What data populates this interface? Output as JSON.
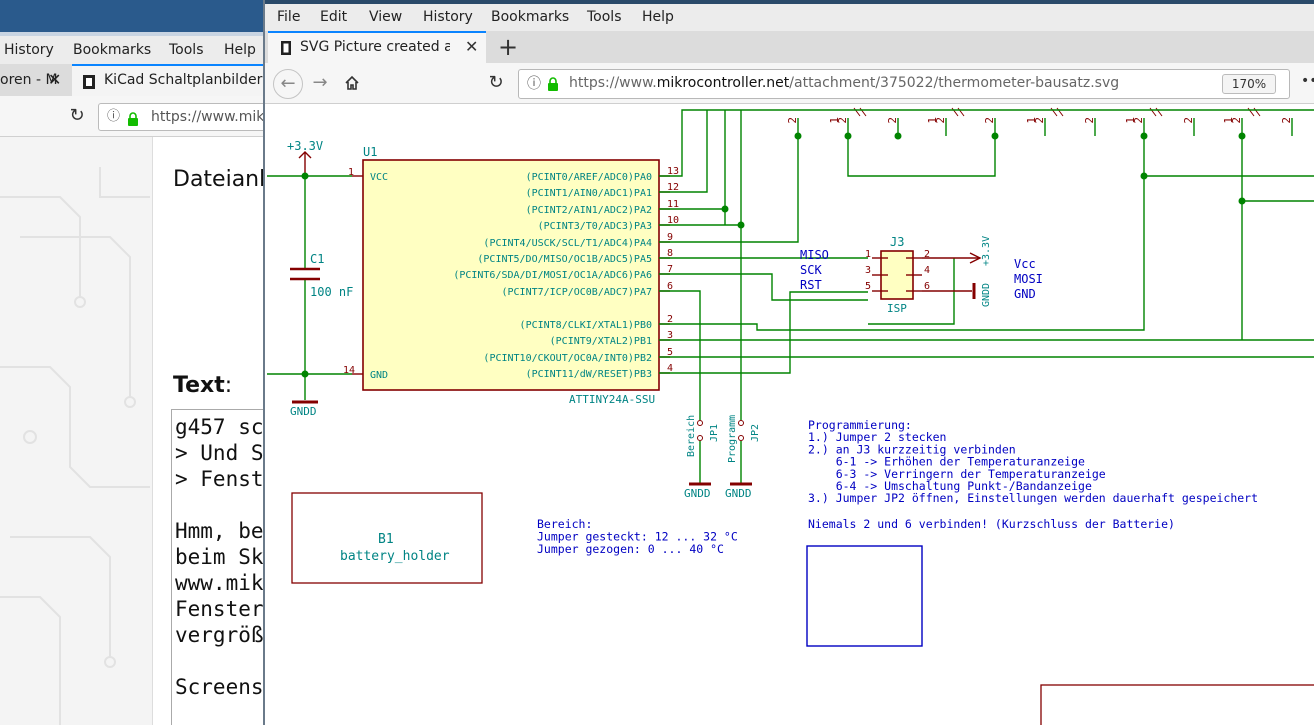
{
  "bg_window": {
    "menu": [
      "History",
      "Bookmarks",
      "Tools",
      "Help"
    ],
    "tabs": [
      {
        "label": "oren - M"
      },
      {
        "label": "KiCad Schaltplanbilder fu"
      }
    ],
    "url": "https://www.mikro",
    "content": {
      "heading1": "Dateianh",
      "heading2": "Text",
      "heading2_colon": ":",
      "lines": [
        "g457 sc",
        "> Und S",
        "> Fenst",
        "",
        "Hmm, be",
        "beim Sk",
        "www.mik",
        "Fenster",
        "vergröß",
        "",
        "Screens"
      ]
    }
  },
  "fg_window": {
    "menu": [
      "File",
      "Edit",
      "View",
      "History",
      "Bookmarks",
      "Tools",
      "Help"
    ],
    "tab": {
      "label": "SVG Picture created as th"
    },
    "new_tab": "+",
    "url": {
      "prefix": "https://www.",
      "domain": "mikrocontroller.net",
      "path": "/attachment/375022/thermometer-bausatz.svg"
    },
    "zoom": "170%",
    "more": "•••"
  },
  "schematic": {
    "power_label": "+3.3V",
    "u1_ref": "U1",
    "u1_value": "ATTINY24A-SSU",
    "u1_left_pins": [
      {
        "num": "1",
        "name": "VCC"
      },
      {
        "num": "14",
        "name": "GND"
      }
    ],
    "u1_right_pins": [
      {
        "num": "13",
        "name": "(PCINT0/AREF/ADC0)PA0"
      },
      {
        "num": "12",
        "name": "(PCINT1/AIN0/ADC1)PA1"
      },
      {
        "num": "11",
        "name": "(PCINT2/AIN1/ADC2)PA2"
      },
      {
        "num": "10",
        "name": "(PCINT3/T0/ADC3)PA3"
      },
      {
        "num": "9",
        "name": "(PCINT4/USCK/SCL/T1/ADC4)PA4"
      },
      {
        "num": "8",
        "name": "(PCINT5/DO/MISO/OC1B/ADC5)PA5"
      },
      {
        "num": "7",
        "name": "(PCINT6/SDA/DI/MOSI/OC1A/ADC6)PA6"
      },
      {
        "num": "6",
        "name": "(PCINT7/ICP/OC0B/ADC7)PA7"
      },
      {
        "num": "2",
        "name": "(PCINT8/CLKI/XTAL1)PB0"
      },
      {
        "num": "3",
        "name": "(PCINT9/XTAL2)PB1"
      },
      {
        "num": "5",
        "name": "(PCINT10/CKOUT/OC0A/INT0)PB2"
      },
      {
        "num": "4",
        "name": "(PCINT11/dW/RESET)PB3"
      }
    ],
    "c1_ref": "C1",
    "c1_value": "100 nF",
    "gnd_label": "GNDD",
    "j3_ref": "J3",
    "j3_value": "ISP",
    "j3_pins": [
      "1",
      "2",
      "3",
      "4",
      "5",
      "6"
    ],
    "isp_left_labels": [
      "MISO",
      "SCK",
      "RST"
    ],
    "isp_right_labels": [
      "Vcc",
      "MOSI",
      "GND"
    ],
    "isp_power": "+3.3V",
    "isp_gnd": "GNDD",
    "jp1_ref": "JP1",
    "jp1_value": "Bereich",
    "jp2_ref": "JP2",
    "jp2_value": "Programm",
    "b1_ref": "B1",
    "b1_value": "battery_holder",
    "led_pin_label": "2",
    "led_pin_label_alt": "1",
    "bereich_text": [
      "Bereich:",
      "Jumper gesteckt: 12 ... 32 °C",
      "Jumper gezogen: 0 ... 40 °C"
    ],
    "prog_text": [
      "Programmierung:",
      "1.) Jumper 2 stecken",
      "2.) an J3 kurzzeitig verbinden",
      "    6-1 -> Erhöhen der Temperaturanzeige",
      "    6-3 -> Verringern der Temperaturanzeige",
      "    6-4 -> Umschaltung Punkt-/Bandanzeige",
      "3.) Jumper JP2 öffnen, Einstellungen werden dauerhaft gespeichert"
    ],
    "warning_text": "Niemals 2 und 6 verbinden! (Kurzschluss der Batterie)"
  },
  "colors": {
    "wire": "#008400",
    "body_outline": "#840000",
    "body_fill": "#ffffc2",
    "pin_text": "#008484",
    "label_blue": "#0000c2",
    "junction": "#008400",
    "tab_accent": "#0a84ff",
    "lock_green": "#12bc00"
  }
}
